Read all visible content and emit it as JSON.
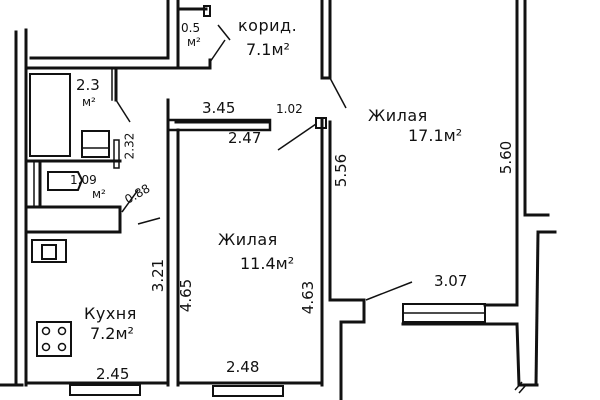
{
  "plan": {
    "rooms": [
      {
        "id": "living-large",
        "name": "Жилая",
        "area": "17.1м²"
      },
      {
        "id": "living-small",
        "name": "Жилая",
        "area": "11.4м²"
      },
      {
        "id": "kitchen",
        "name": "Кухня",
        "area": "7.2м²"
      },
      {
        "id": "corridor",
        "name": "корид.",
        "area": "7.1м²"
      },
      {
        "id": "bathroom",
        "name": "",
        "area": "2.3",
        "unit": "м²"
      },
      {
        "id": "toilet",
        "name": "",
        "area": "1.09",
        "unit": "м²"
      },
      {
        "id": "closet",
        "name": "",
        "area": "0.5",
        "unit": "м²"
      }
    ],
    "dimensions": {
      "corridor_width_top": "3.45",
      "corridor_note": "1.02",
      "small_room_width_top": "2.47",
      "large_room_height_left": "5.56",
      "large_room_height_right": "5.60",
      "small_room_height_left": "4.65",
      "small_room_height_right": "4.63",
      "kitchen_height": "3.21",
      "kitchen_width": "2.45",
      "small_room_width_bottom": "2.48",
      "large_room_width_bottom": "3.07",
      "bathroom_dim": "2.32",
      "toilet_dim": "0.88"
    }
  }
}
